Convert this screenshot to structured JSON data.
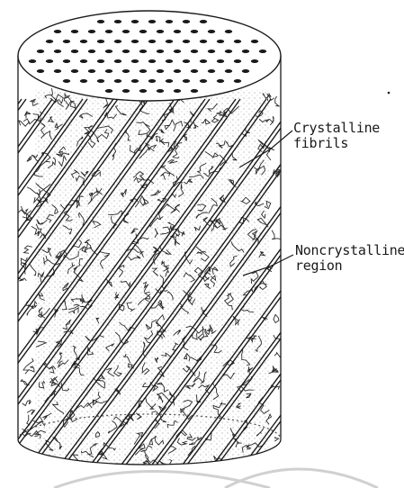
{
  "diagram": {
    "labels": {
      "crystalline_line1": "Crystalline",
      "crystalline_line2": "fibrils",
      "noncrystalline_line1": "Noncrystalline",
      "noncrystalline_line2": "region"
    },
    "colors": {
      "ink": "#1a1a1a",
      "background": "#ffffff",
      "wave_marks": "#c8c8c8"
    }
  }
}
